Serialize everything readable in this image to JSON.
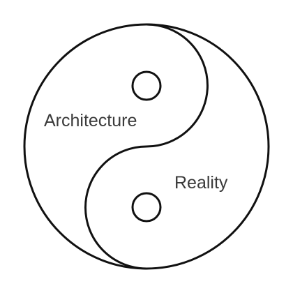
{
  "diagram": {
    "type": "yin-yang",
    "labels": {
      "top_half": "Architecture",
      "bottom_half": "Reality"
    },
    "colors": {
      "outline": "#111111",
      "fill": "#ffffff",
      "text": "#3a3a3a"
    }
  }
}
